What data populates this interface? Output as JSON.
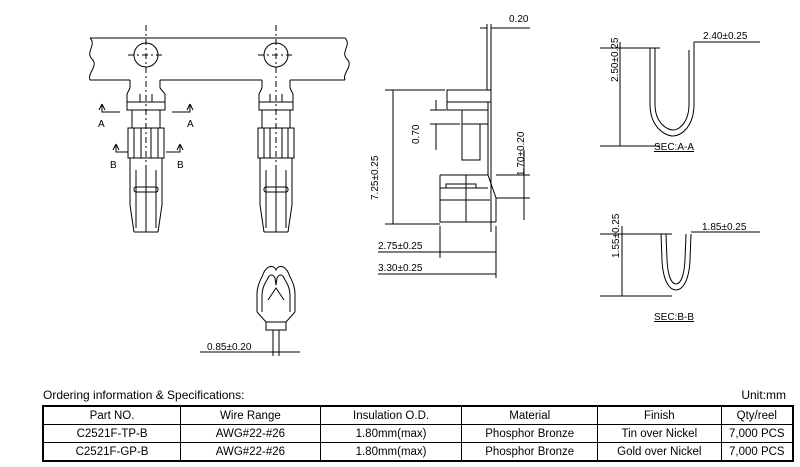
{
  "dimensions": {
    "thickness": "0.20",
    "overall_height": "7.25±0.25",
    "lance_height": "0.70",
    "insulation_height": "1.70±0.20",
    "crimp_length": "2.75±0.25",
    "overall_length": "3.30±0.25",
    "contact_width": "0.85±0.20",
    "sec_a_height": "2.50±0.25",
    "sec_a_width": "2.40±0.25",
    "sec_b_height": "1.55±0.25",
    "sec_b_width": "1.85±0.25"
  },
  "section_markers": {
    "a": "A",
    "b": "B"
  },
  "section_labels": {
    "a_a": "SEC:A-A",
    "b_b": "SEC:B-B"
  },
  "ordering": {
    "caption": "Ordering information & Specifications:",
    "unit": "Unit:mm",
    "headers": [
      "Part NO.",
      "Wire Range",
      "Insulation O.D.",
      "Material",
      "Finish",
      "Qty/reel"
    ],
    "rows": [
      [
        "C2521F-TP-B",
        "AWG#22-#26",
        "1.80mm(max)",
        "Phosphor Bronze",
        "Tin over Nickel",
        "7,000 PCS"
      ],
      [
        "C2521F-GP-B",
        "AWG#22-#26",
        "1.80mm(max)",
        "Phosphor Bronze",
        "Gold over Nickel",
        "7,000 PCS"
      ]
    ]
  },
  "colors": {
    "line": "#000000",
    "background": "#ffffff"
  }
}
